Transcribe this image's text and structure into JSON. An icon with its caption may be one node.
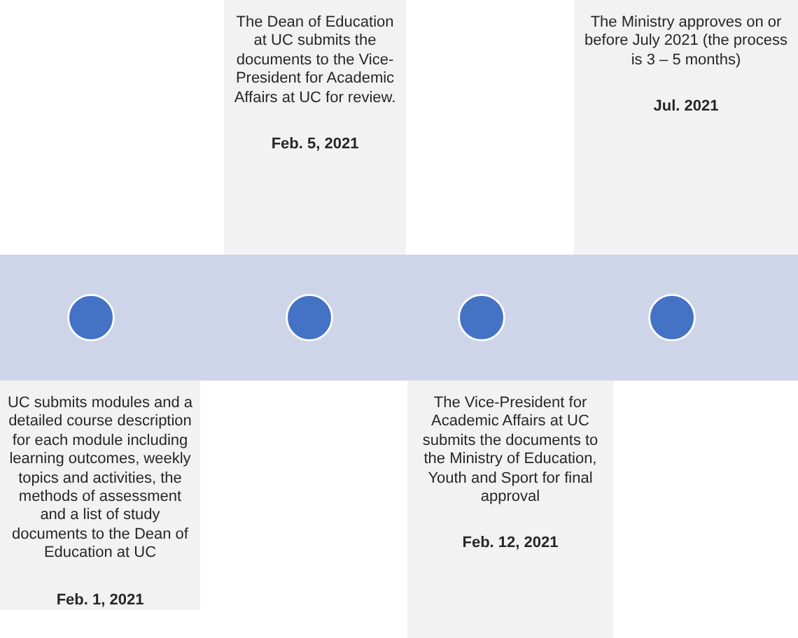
{
  "diagram": {
    "nodes": [
      {
        "text": [
          "UC submits modules and a detailed course description for each module including learning outcomes, weekly topics and activities, the methods of assessment and a list of study documents to the Dean of Education at UC",
          "Feb. 1, 2021"
        ]
      },
      {
        "text": [
          "The Dean of Education at UC submits the documents to the Vice-President for Academic Affairs at UC for review.",
          "Feb. 5, 2021"
        ]
      },
      {
        "text": [
          "The Vice-President for Academic Affairs at UC submits the documents to the Ministry of Education, Youth and Sport for final approval",
          "Feb. 12, 2021"
        ]
      },
      {
        "text": [
          "The Ministry approves on or before July 2021 (the process is 3 – 5 months)",
          "Jul. 2021"
        ]
      },
      {
        "text": [],
        "shape": "bar"
      },
      {
        "text": [],
        "shape": "circle",
        "in": 4
      },
      {
        "text": [],
        "shape": "circle",
        "in": 4
      },
      {
        "text": [],
        "shape": "circle",
        "in": 4
      },
      {
        "text": [],
        "shape": "circle",
        "in": 4
      }
    ]
  }
}
